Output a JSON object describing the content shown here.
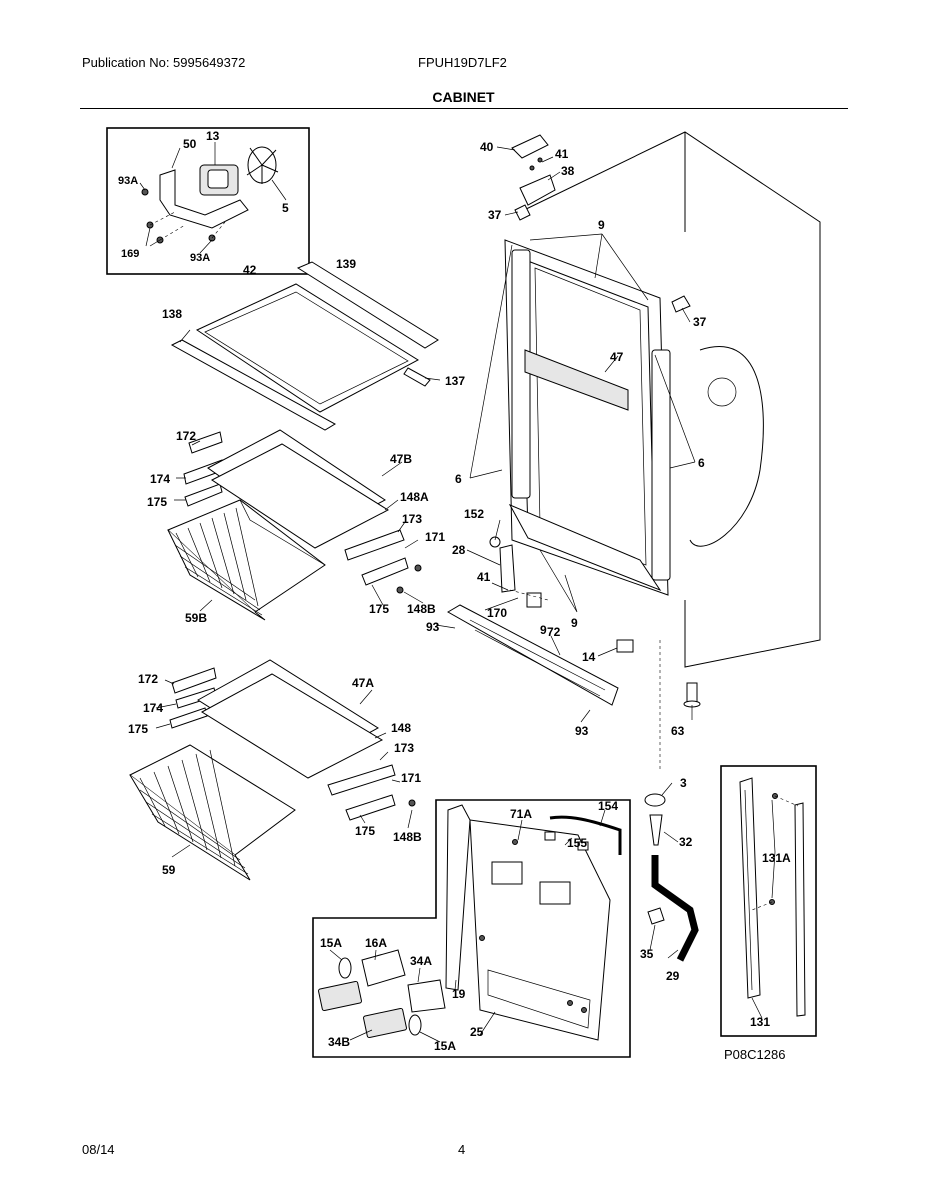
{
  "header": {
    "publication": "Publication No: 5995649372",
    "model": "FPUH19D7LF2",
    "section_title": "CABINET"
  },
  "diagram": {
    "drawing_code": "P08C1286",
    "callouts": [
      "50",
      "13",
      "93A",
      "5",
      "169",
      "93A",
      "40",
      "41",
      "38",
      "37",
      "9",
      "42",
      "139",
      "138",
      "137",
      "37",
      "47",
      "172",
      "174",
      "175",
      "47B",
      "148A",
      "6",
      "6",
      "152",
      "173",
      "171",
      "28",
      "59B",
      "41",
      "175",
      "148B",
      "170",
      "9",
      "9",
      "93",
      "72",
      "14",
      "63",
      "93",
      "172",
      "174",
      "175",
      "47A",
      "148",
      "173",
      "171",
      "59",
      "175",
      "148B",
      "3",
      "154",
      "71A",
      "32",
      "155",
      "131A",
      "15A",
      "16A",
      "34A",
      "19",
      "35",
      "29",
      "34B",
      "15A",
      "25",
      "131"
    ]
  },
  "footer": {
    "date": "08/14",
    "page": "4"
  }
}
